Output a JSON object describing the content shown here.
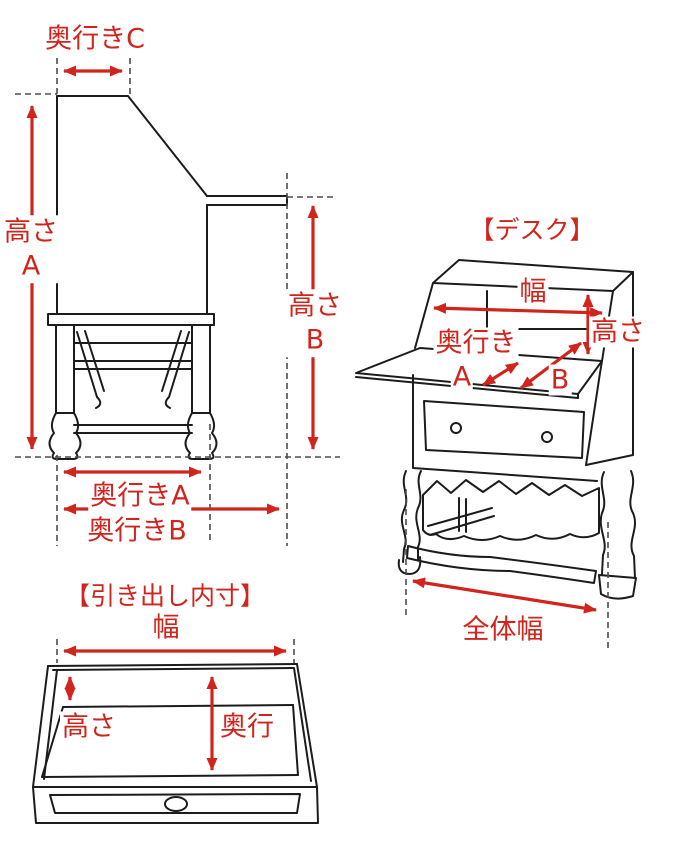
{
  "colors": {
    "accent_red": "#d1241c",
    "line_black": "#1c1c1c"
  },
  "side_view": {
    "depth_c_label": "奥行きC",
    "height_a_line1": "高さ",
    "height_a_line2": "A",
    "height_b_line1": "高さ",
    "height_b_line2": "B",
    "depth_a_label": "奥行きA",
    "depth_b_label": "奥行きB"
  },
  "desk_view": {
    "title": "【デスク】",
    "width_label": "幅",
    "height_label": "高さ",
    "depth_prefix_label": "奥行き",
    "depth_a_label": "A",
    "depth_b_label": "B",
    "overall_width_label": "全体幅"
  },
  "drawer_view": {
    "title": "【引き出し内寸】",
    "width_label": "幅",
    "height_label": "高さ",
    "depth_label": "奥行"
  }
}
